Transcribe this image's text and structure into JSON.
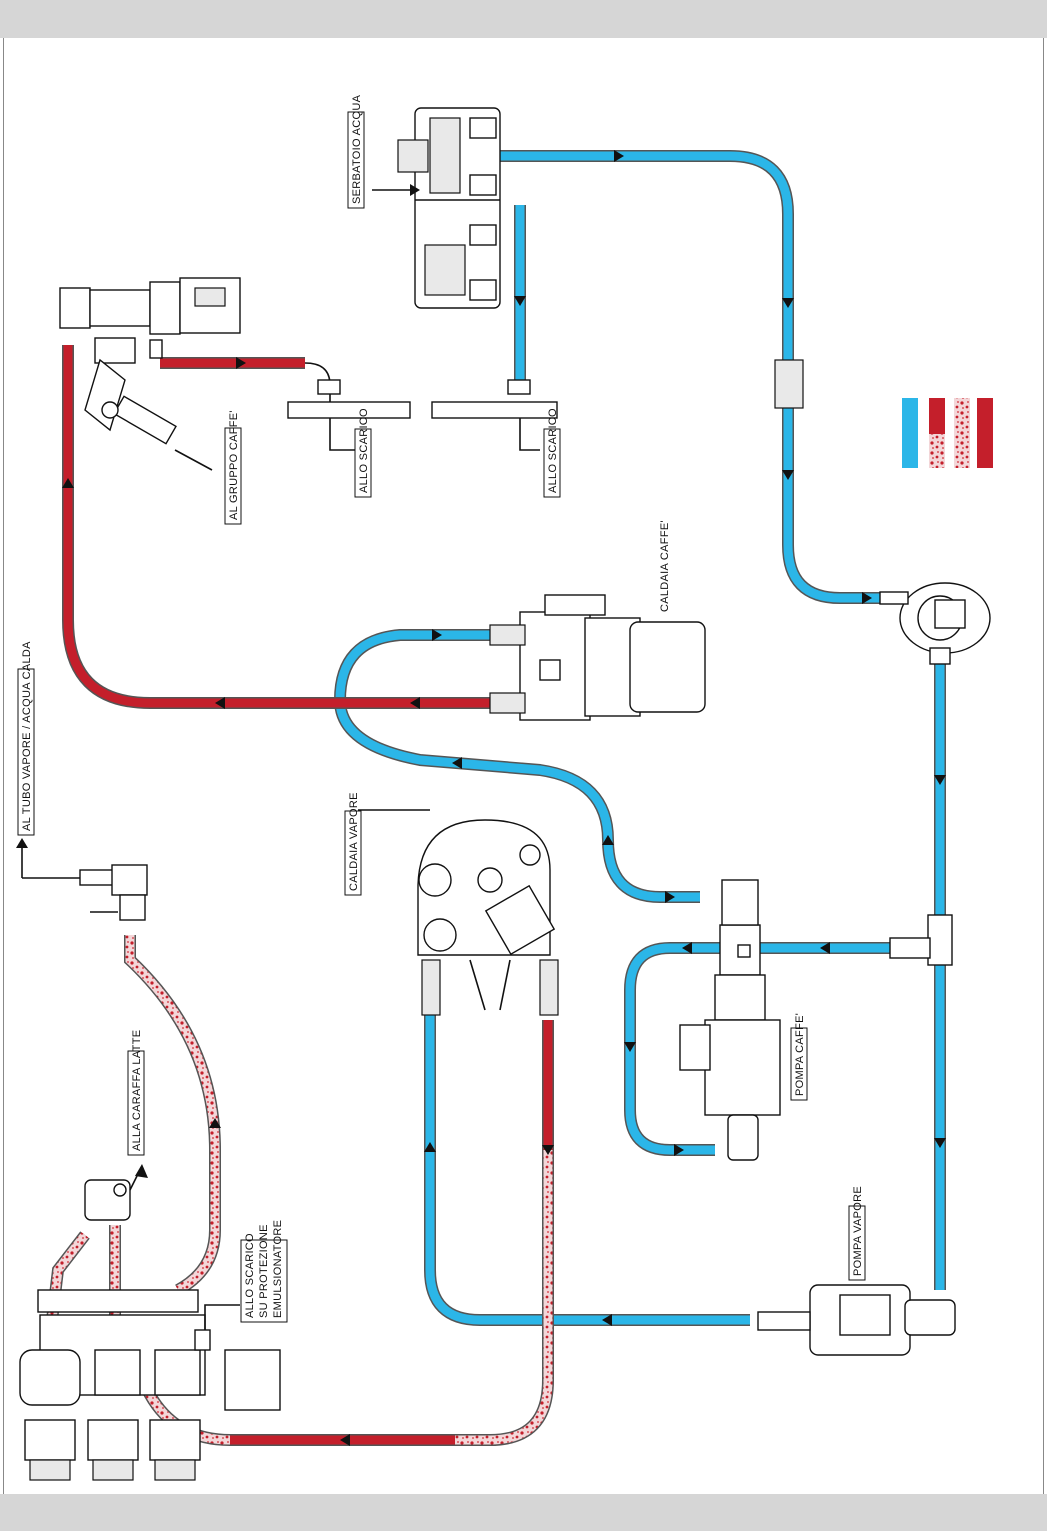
{
  "labels": {
    "serbatoio": "SERBATOIO ACQUA",
    "gruppo": "AL GRUPPO CAFFE'",
    "scarico_1": "ALLO SCARICO",
    "scarico_2": "ALLO SCARICO",
    "caldaia_caffe": "CALDAIA CAFFE'",
    "tubo_vapore": "AL TUBO VAPORE  /  ACQUA CALDA",
    "caldaia_vapore": "CALDAIA VAPORE",
    "pompa_caffe": "POMPA CAFFE'",
    "pompa_vapore": "POMPA VAPORE",
    "caraffa": "ALLA CARAFFA LATTE",
    "scarico_emuls_1": "ALLO SCARICO",
    "scarico_emuls_2": "SU PROTEZIONE",
    "scarico_emuls_3": "EMULSIONATORE"
  },
  "legend_colors": {
    "cold_water": "#2bb6e8",
    "hot_water": "#c41f2b",
    "steam": "#c41f2b"
  }
}
